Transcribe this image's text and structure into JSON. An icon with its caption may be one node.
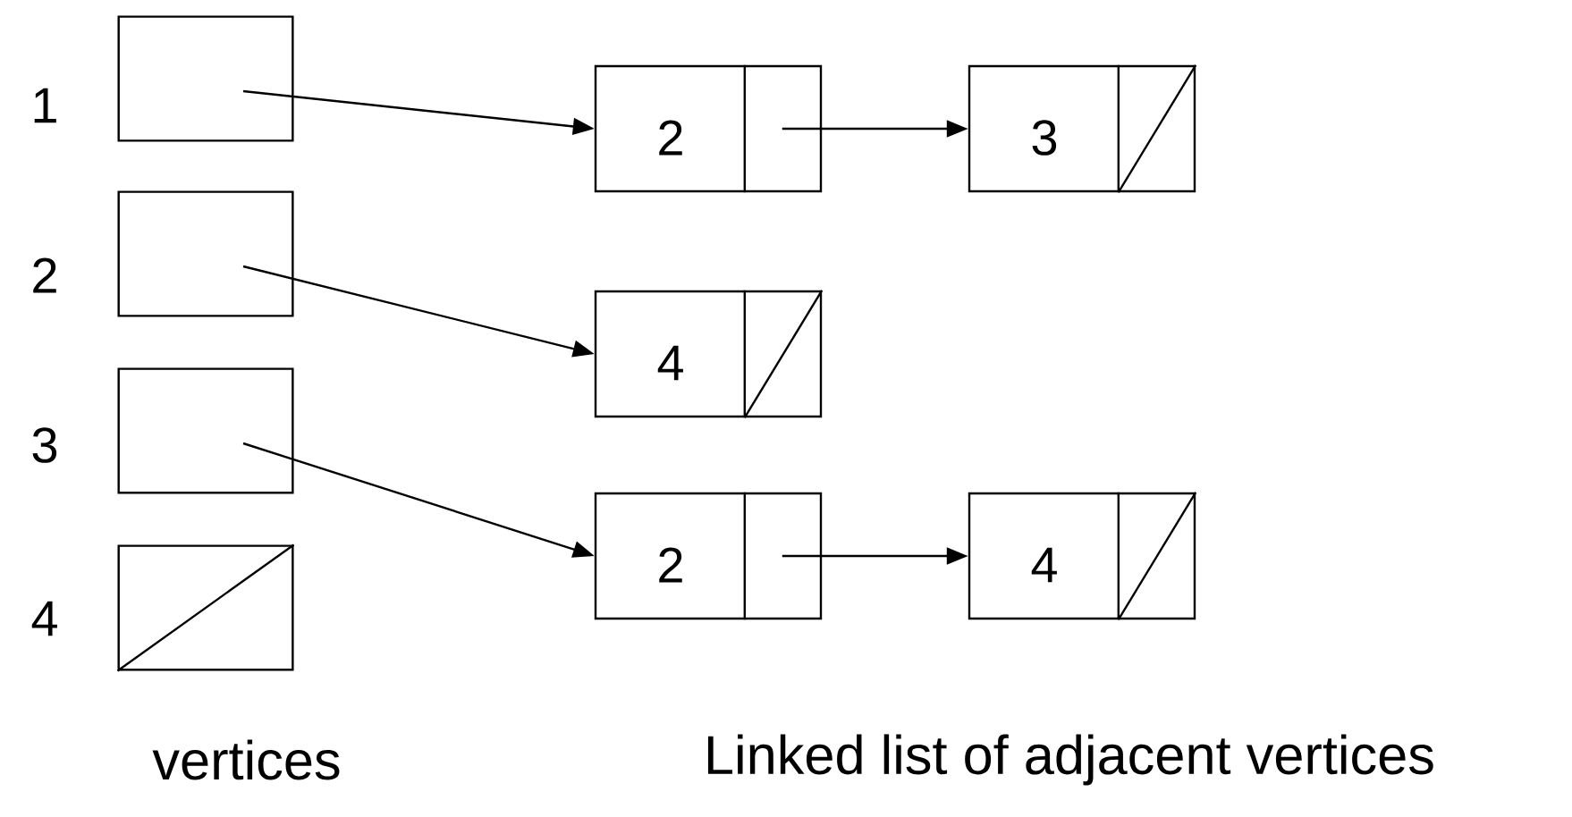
{
  "diagram": {
    "nodes": [
      {
        "text": [],
        "shape": "box",
        "beside": [
          "1"
        ]
      },
      {
        "text": [],
        "shape": "box",
        "beside": [
          "2"
        ]
      },
      {
        "text": [],
        "shape": "box",
        "beside": [
          "3"
        ]
      },
      {
        "text": [],
        "shape": "box",
        "beside": [
          "4"
        ]
      },
      {
        "text": [
          "2"
        ]
      },
      {
        "text": [
          "3"
        ]
      },
      {
        "text": [
          "4"
        ]
      },
      {
        "text": [
          "2"
        ]
      },
      {
        "text": [
          "4"
        ]
      }
    ],
    "edges": [
      {
        "from": 0,
        "to": 4,
        "arrow": "to"
      },
      {
        "from": 4,
        "to": 5,
        "arrow": "to"
      },
      {
        "from": 1,
        "to": 6,
        "arrow": "to"
      },
      {
        "from": 2,
        "to": 7,
        "arrow": "to"
      },
      {
        "from": 7,
        "to": 8,
        "arrow": "to"
      }
    ],
    "labels": [
      "vertices",
      "Linked list of adjacent vertices"
    ]
  }
}
